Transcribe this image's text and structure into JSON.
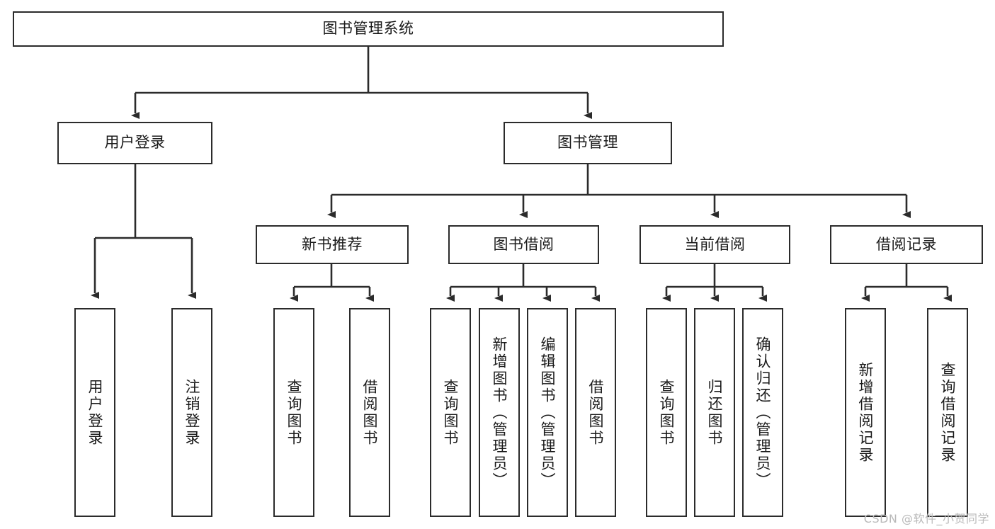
{
  "diagram": {
    "title": "图书管理系统",
    "watermark": "CSDN @软件_小贺同学",
    "stroke_color": "#2b2b2b",
    "fill_color": "#ffffff",
    "text_color": "#1a1a1a",
    "watermark_color": "#b9b9b9",
    "root": {
      "label": "图书管理系统"
    },
    "level1": [
      {
        "label": "用户登录"
      },
      {
        "label": "图书管理"
      }
    ],
    "level2": [
      {
        "label": "新书推荐"
      },
      {
        "label": "图书借阅"
      },
      {
        "label": "当前借阅"
      },
      {
        "label": "借阅记录"
      }
    ],
    "leaves": {
      "user_login": [
        {
          "label": "用户登录"
        },
        {
          "label": "注销登录"
        }
      ],
      "new_book_recommend": [
        {
          "label": "查询图书"
        },
        {
          "label": "借阅图书"
        }
      ],
      "book_borrow": [
        {
          "label": "查询图书"
        },
        {
          "label": "新增图书（管理员）"
        },
        {
          "label": "编辑图书（管理员）"
        },
        {
          "label": "借阅图书"
        }
      ],
      "current_borrow": [
        {
          "label": "查询图书"
        },
        {
          "label": "归还图书"
        },
        {
          "label": "确认归还（管理员）"
        }
      ],
      "borrow_record": [
        {
          "label": "新增借阅记录"
        },
        {
          "label": "查询借阅记录"
        }
      ]
    }
  }
}
